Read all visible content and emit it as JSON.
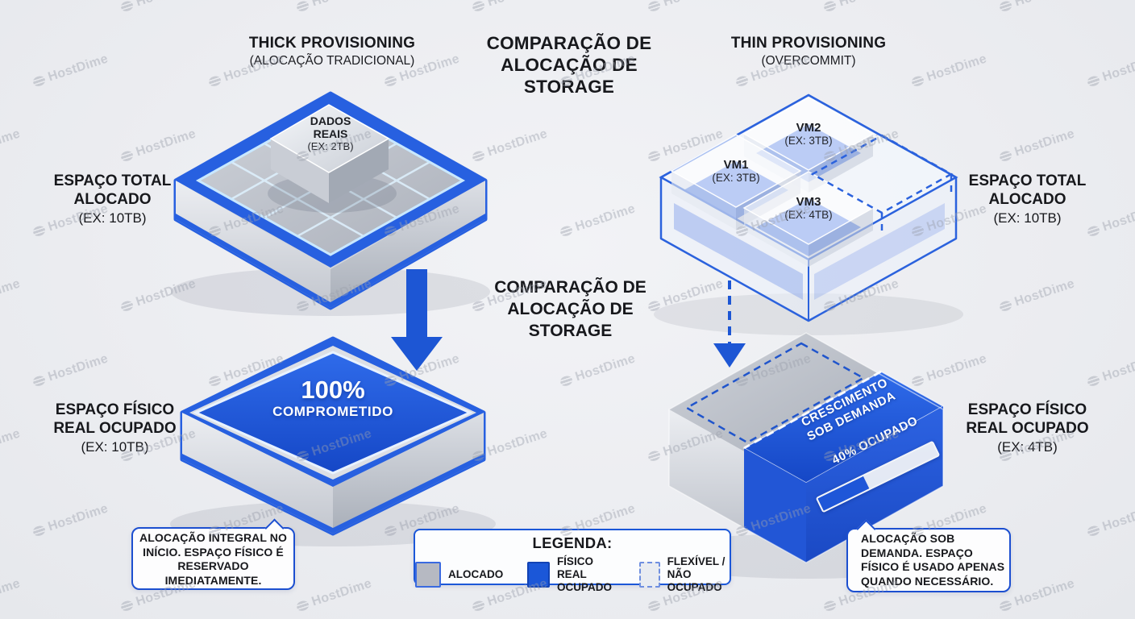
{
  "title": {
    "line1": "COMPARAÇÃO DE",
    "line2": "ALOCAÇÃO DE STORAGE"
  },
  "center_caption": {
    "line1": "COMPARAÇÃO DE",
    "line2": "ALOCAÇÃO DE",
    "line3": "STORAGE"
  },
  "watermark": {
    "text": "HostDime"
  },
  "colors": {
    "primary_blue": "#1b57d8",
    "frame_blue": "#2760e0",
    "allocated_gray": "#b6b9c2",
    "flexible_fill": "#e9ecf1",
    "background": "#eef0f2",
    "text_dark": "#17181c"
  },
  "thick": {
    "heading": "THICK PROVISIONING",
    "subheading": "(ALOCAÇÃO TRADICIONAL)",
    "total_label": {
      "line1": "ESPAÇO TOTAL",
      "line2": "ALOCADO",
      "line3": "(EX: 10TB)"
    },
    "data_box": {
      "line1": "DADOS",
      "line2": "REAIS",
      "line3": "(EX: 2TB)"
    },
    "occupied_label": {
      "line1": "ESPAÇO FÍSICO",
      "line2": "REAL OCUPADO",
      "line3": "(EX: 10TB)"
    },
    "committed": {
      "line1": "100%",
      "line2": "COMPROMETIDO"
    },
    "callout_lines": [
      "ALOCAÇÃO INTEGRAL NO",
      "INÍCIO. ESPAÇO FÍSICO É",
      "RESERVADO",
      "IMEDIATAMENTE."
    ]
  },
  "thin": {
    "heading": "THIN PROVISIONING",
    "subheading": "(OVERCOMMIT)",
    "total_label": {
      "line1": "ESPAÇO TOTAL",
      "line2": "ALOCADO",
      "line3": "(EX: 10TB)"
    },
    "vms": [
      {
        "name": "VM1",
        "size": "(EX: 3TB)"
      },
      {
        "name": "VM2",
        "size": "(EX: 3TB)"
      },
      {
        "name": "VM3",
        "size": "(EX: 4TB)"
      }
    ],
    "occupied_label": {
      "line1": "ESPAÇO FÍSICO",
      "line2": "REAL OCUPADO",
      "line3": "(EX: 4TB)"
    },
    "growth": {
      "line1": "CRESCIMENTO",
      "line2": "SOB DEMANDA"
    },
    "occupancy": {
      "label": "40% OCUPADO",
      "percent": 40
    },
    "callout_lines": [
      "ALOCAÇÃO SOB",
      "DEMANDA. ESPAÇO",
      "FÍSICO É USADO APENAS",
      "QUANDO NECESSÁRIO."
    ]
  },
  "legend": {
    "title": "LEGENDA:",
    "items": [
      {
        "line1": "ALOCADO",
        "line2": "",
        "color": "#b6b9c2"
      },
      {
        "line1": "FÍSICO REAL",
        "line2": "OCUPADO",
        "color": "#1b57d8"
      },
      {
        "line1": "FLEXÍVEL /",
        "line2": "NÃO OCUPADO",
        "color": "#e9ecf1"
      }
    ]
  }
}
